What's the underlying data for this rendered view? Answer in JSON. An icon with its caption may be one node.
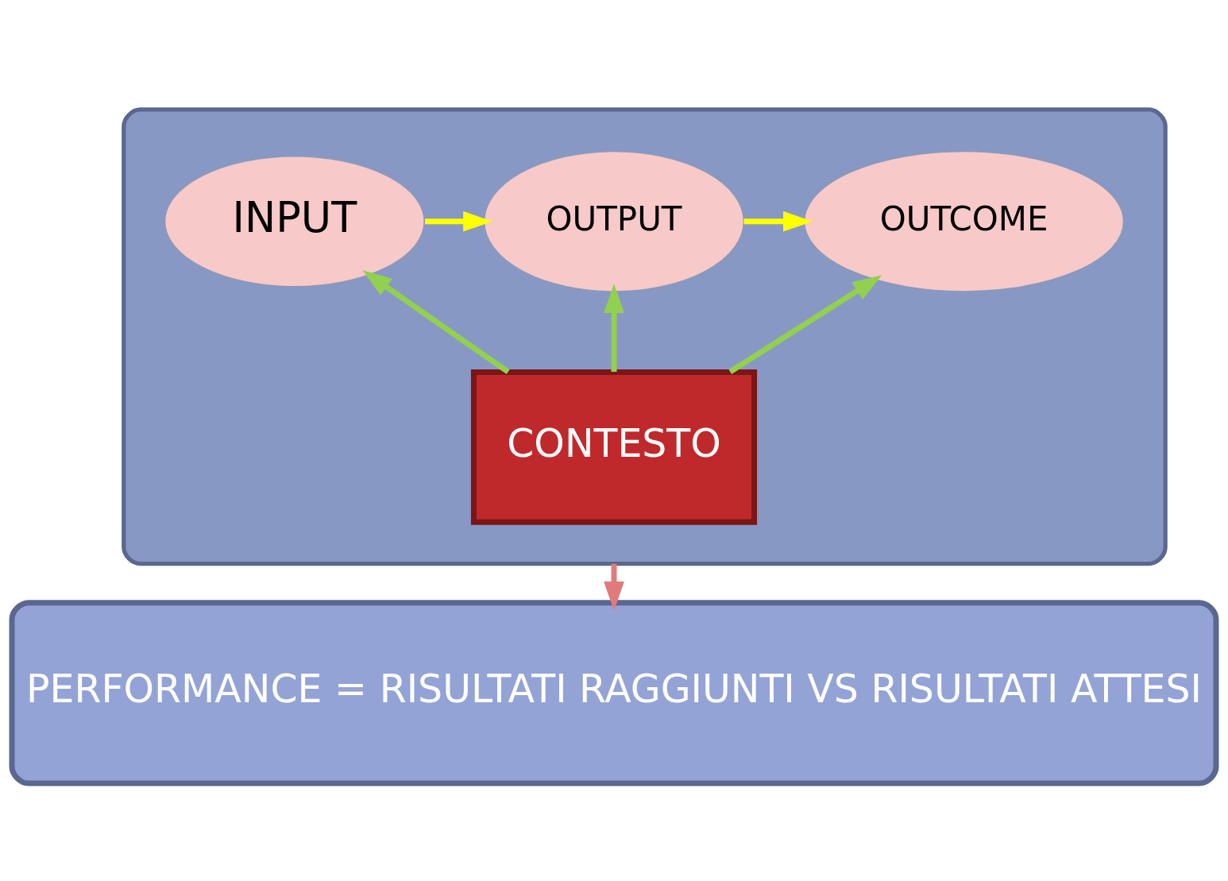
{
  "diagram": {
    "nodes": [
      {
        "text": [],
        "shape": "box"
      },
      {
        "text": [
          "INPUT"
        ],
        "in": 0
      },
      {
        "text": [
          "OUTPUT"
        ],
        "in": 0
      },
      {
        "text": [
          "OUTCOME"
        ],
        "in": 0
      },
      {
        "text": [
          "CONTESTO"
        ],
        "in": 0
      },
      {
        "text": [
          "PERFORMANCE = RISULTATI RAGGIUNTI VS RISULTATI ATTESI"
        ]
      }
    ],
    "edges": [
      {
        "from": 1,
        "to": 2,
        "arrow": "to",
        "color": "#ffff00"
      },
      {
        "from": 2,
        "to": 3,
        "arrow": "to",
        "color": "#ffff00"
      },
      {
        "from": 4,
        "to": 1,
        "arrow": "to",
        "color": "#92d050"
      },
      {
        "from": 4,
        "to": 2,
        "arrow": "to",
        "color": "#92d050"
      },
      {
        "from": 4,
        "to": 3,
        "arrow": "to",
        "color": "#92d050"
      },
      {
        "from": 0,
        "to": 5,
        "arrow": "to",
        "color": "#e07b7b"
      }
    ]
  }
}
